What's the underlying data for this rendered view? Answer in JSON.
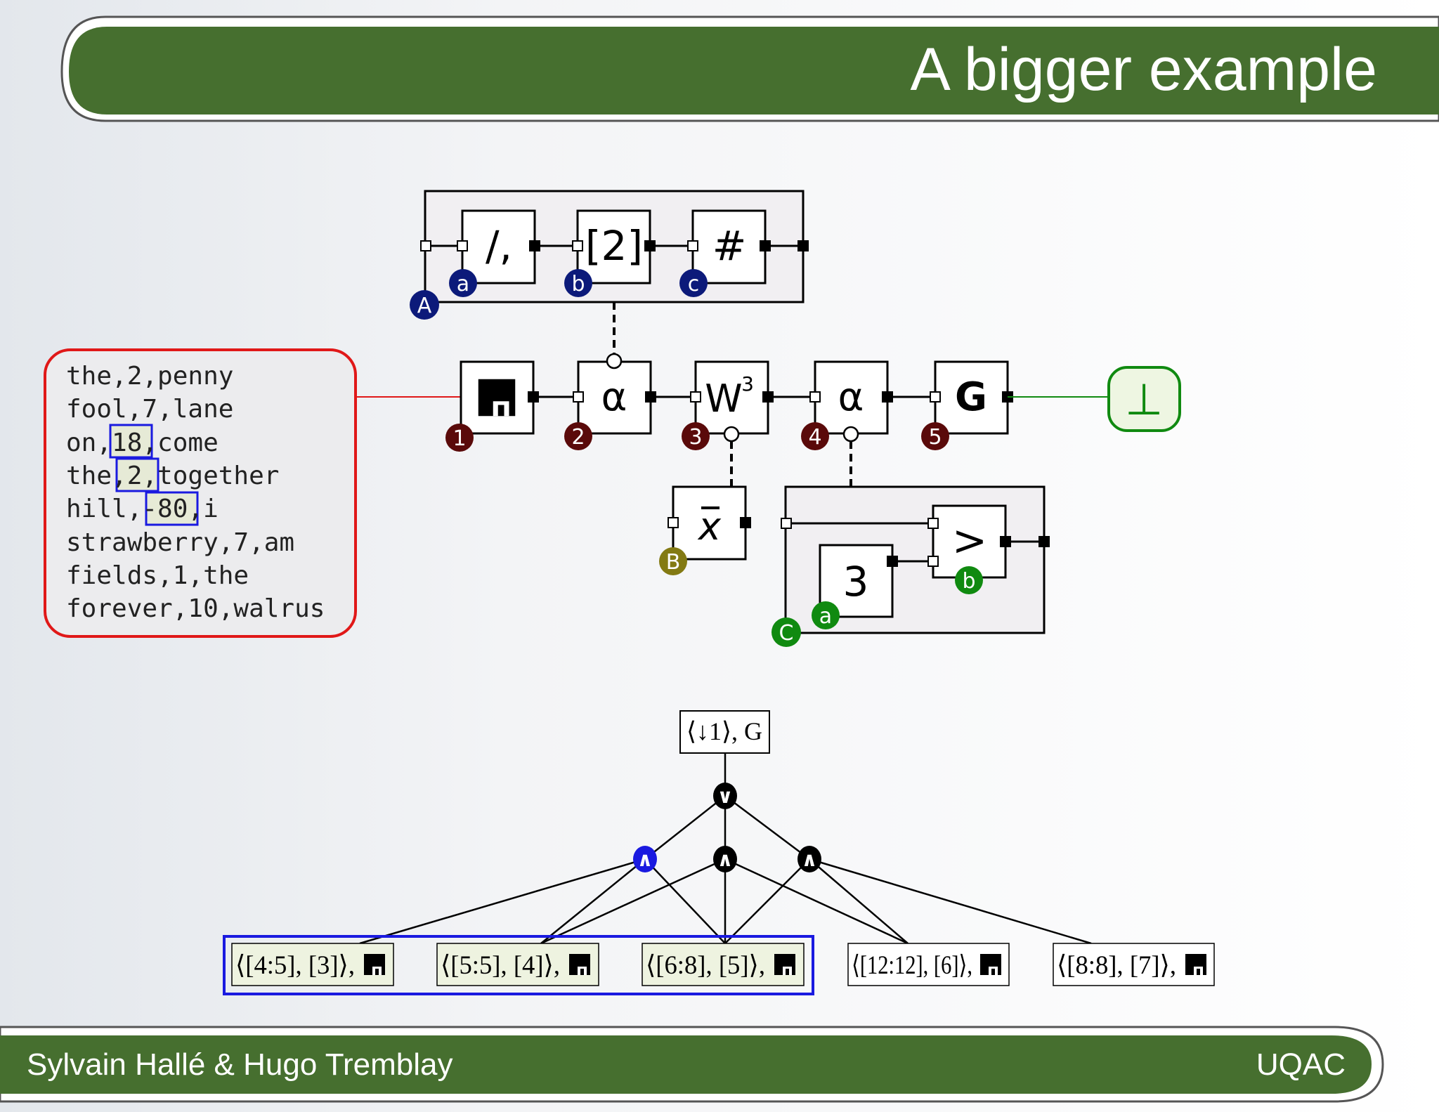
{
  "slide": {
    "title": "A bigger example",
    "footer_left": "Sylvain Hallé & Hugo Tremblay",
    "footer_right": "UQAC"
  },
  "source": {
    "lines": [
      "the,2,penny",
      "fool,7,lane",
      "on,18,come",
      "the,2,together",
      "hill,-80,i",
      "strawberry,7,am",
      "fields,1,the",
      "forever,10,walrus"
    ],
    "highlights": [
      "18",
      ",2,",
      "-80"
    ]
  },
  "group_a": {
    "boxes": [
      "/,",
      "[2]",
      "#"
    ],
    "badges": [
      "a",
      "b",
      "c"
    ],
    "label": "A"
  },
  "chain": {
    "boxes": [
      "α",
      "W",
      "α",
      "G"
    ],
    "w_exponent": "3",
    "badges": [
      "1",
      "2",
      "3",
      "4",
      "5"
    ],
    "verdict": "⊥"
  },
  "mean_box": {
    "symbol": "x",
    "label": "B"
  },
  "group_c": {
    "const": "3",
    "compare": ">",
    "badges": [
      "a",
      "b"
    ],
    "label": "C"
  },
  "tree": {
    "root_label": "⟨↓1⟩, G",
    "or_node": "∨",
    "and_nodes": [
      "∧",
      "∧",
      "∧"
    ],
    "leaves": [
      "⟨[4:5], [3]⟩,",
      "⟨[5:5], [4]⟩,",
      "⟨[6:8], [5]⟩,",
      "⟨[12:12], [6]⟩,",
      "⟨[8:8], [7]⟩,"
    ]
  },
  "colors": {
    "banner_green": "#466f2f",
    "badge_blue": "#0c1a7a",
    "badge_red": "#5a0a0a",
    "badge_olive": "#837a13",
    "badge_green": "#108a10",
    "source_border": "#e01818",
    "highlight_blue": "#1a1ae0"
  }
}
